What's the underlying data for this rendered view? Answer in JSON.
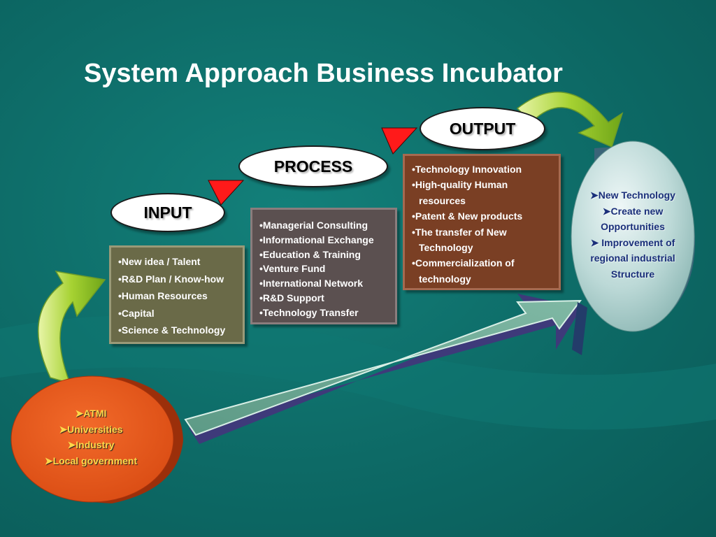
{
  "title": "System Approach Business Incubator",
  "stages": {
    "input": {
      "label": "INPUT",
      "items": [
        "New idea / Talent",
        "R&D Plan / Know-how",
        "Human Resources",
        "Capital",
        "Science & Technology"
      ]
    },
    "process": {
      "label": "PROCESS",
      "items": [
        "Managerial Consulting",
        "Informational Exchange",
        "Education & Training",
        "Venture Fund",
        "International Network",
        "R&D Support",
        "Technology Transfer"
      ]
    },
    "output": {
      "label": "OUTPUT",
      "items": [
        "Technology Innovation",
        "High-quality Human resources",
        "Patent  & New products",
        "The transfer of New Technology",
        "Commercialization of technology"
      ]
    }
  },
  "sources": {
    "lines": [
      "ATMI",
      "Universities",
      "Industry",
      "Local government"
    ]
  },
  "results": {
    "lines": [
      "New Technology",
      "Create new",
      "Opportunities",
      "Improvement of",
      "regional industrial",
      "Structure"
    ]
  },
  "colors": {
    "background": "#0d6a66",
    "input_box": "#6a6a48",
    "process_box": "#5b5050",
    "output_box": "#7a3f24",
    "source_cylinder": "#e0521a",
    "result_cylinder": "#b9d8d6",
    "curved_arrow": "#a6d232",
    "big_arrow": "#6a9f8a",
    "triangle": "#ff1a1a",
    "source_text": "#ffd84a",
    "result_text": "#1a2f7a"
  }
}
